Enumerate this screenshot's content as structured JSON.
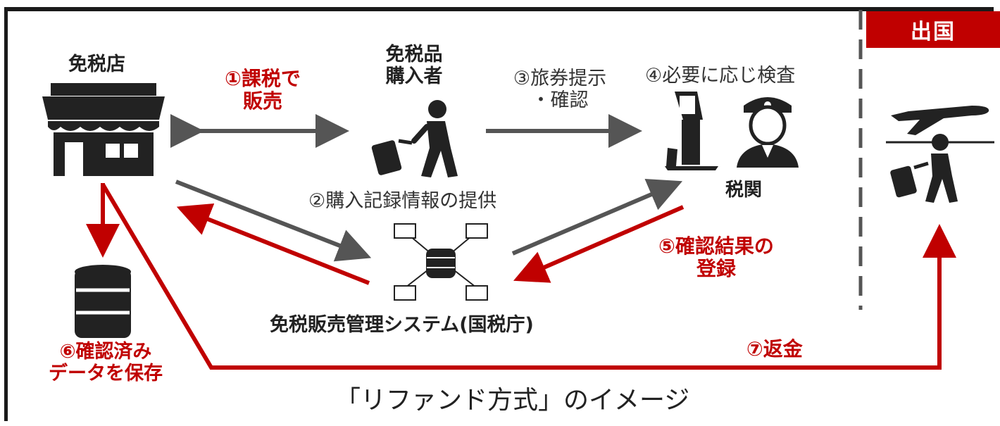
{
  "title": "「リファンド方式」のイメージ",
  "exit_label": "出国",
  "nodes": {
    "shop": "免税店",
    "buyer": "免税品\n購入者",
    "customs": "税関",
    "system": "免税販売管理システム(国税庁)"
  },
  "steps": {
    "s1": "①課税で\n販売",
    "s2": "②購入記録情報の提供",
    "s3": "③旅券提示\n・確認",
    "s4": "④必要に応じ検査",
    "s5": "⑤確認結果の\n登録",
    "s6": "⑥確認済み\nデータを保存",
    "s7": "⑦返金"
  },
  "colors": {
    "red": "#c00000",
    "gray_arrow": "#555555",
    "dark": "#1a1a1a"
  },
  "icons": {
    "shop": "storefront-icon",
    "buyer": "traveler-with-luggage-icon",
    "customs_kiosk": "kiosk-icon",
    "customs_officer": "customs-officer-icon",
    "system": "network-database-icon",
    "storage": "database-icon",
    "departure": "airplane-departure-icon"
  }
}
